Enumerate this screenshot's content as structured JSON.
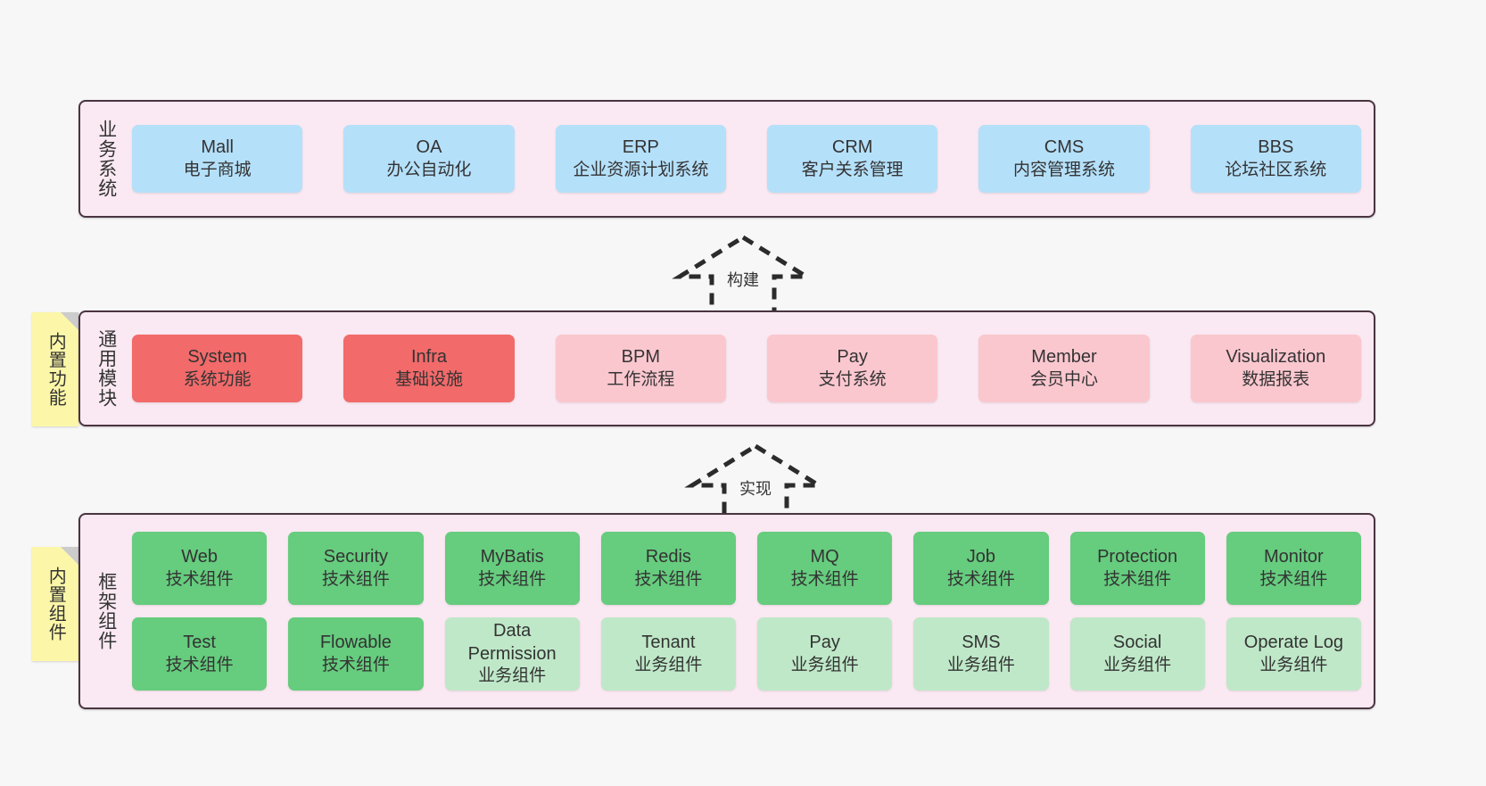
{
  "layers": {
    "business": {
      "label": "业务系统",
      "cards": [
        {
          "name": "Mall",
          "desc": "电子商城"
        },
        {
          "name": "OA",
          "desc": "办公自动化"
        },
        {
          "name": "ERP",
          "desc": "企业资源计划系统"
        },
        {
          "name": "CRM",
          "desc": "客户关系管理"
        },
        {
          "name": "CMS",
          "desc": "内容管理系统"
        },
        {
          "name": "BBS",
          "desc": "论坛社区系统"
        }
      ]
    },
    "common": {
      "label": "通用模块",
      "note": "内置功能",
      "cards": [
        {
          "name": "System",
          "desc": "系统功能"
        },
        {
          "name": "Infra",
          "desc": "基础设施"
        },
        {
          "name": "BPM",
          "desc": "工作流程"
        },
        {
          "name": "Pay",
          "desc": "支付系统"
        },
        {
          "name": "Member",
          "desc": "会员中心"
        },
        {
          "name": "Visualization",
          "desc": "数据报表"
        }
      ]
    },
    "framework": {
      "label": "框架组件",
      "note": "内置组件",
      "row1": [
        {
          "name": "Web",
          "desc": "技术组件"
        },
        {
          "name": "Security",
          "desc": "技术组件"
        },
        {
          "name": "MyBatis",
          "desc": "技术组件"
        },
        {
          "name": "Redis",
          "desc": "技术组件"
        },
        {
          "name": "MQ",
          "desc": "技术组件"
        },
        {
          "name": "Job",
          "desc": "技术组件"
        },
        {
          "name": "Protection",
          "desc": "技术组件"
        },
        {
          "name": "Monitor",
          "desc": "技术组件"
        }
      ],
      "row2": [
        {
          "name": "Test",
          "desc": "技术组件"
        },
        {
          "name": "Flowable",
          "desc": "技术组件"
        },
        {
          "name": "Data Permission",
          "desc": "业务组件"
        },
        {
          "name": "Tenant",
          "desc": "业务组件"
        },
        {
          "name": "Pay",
          "desc": "业务组件"
        },
        {
          "name": "SMS",
          "desc": "业务组件"
        },
        {
          "name": "Social",
          "desc": "业务组件"
        },
        {
          "name": "Operate Log",
          "desc": "业务组件"
        }
      ]
    }
  },
  "arrows": {
    "build": "构建",
    "implement": "实现"
  },
  "colors": {
    "band_background": "#fae9f2",
    "band_border": "#4a3440",
    "business_card": "#b5e0fa",
    "common_card_strong": "#f26a6a",
    "common_card_soft": "#fbc7cf",
    "framework_card_tech": "#66cc7e",
    "framework_card_business": "#bfe8c8",
    "note": "#fcf7a8",
    "canvas": "#f7f7f7"
  }
}
